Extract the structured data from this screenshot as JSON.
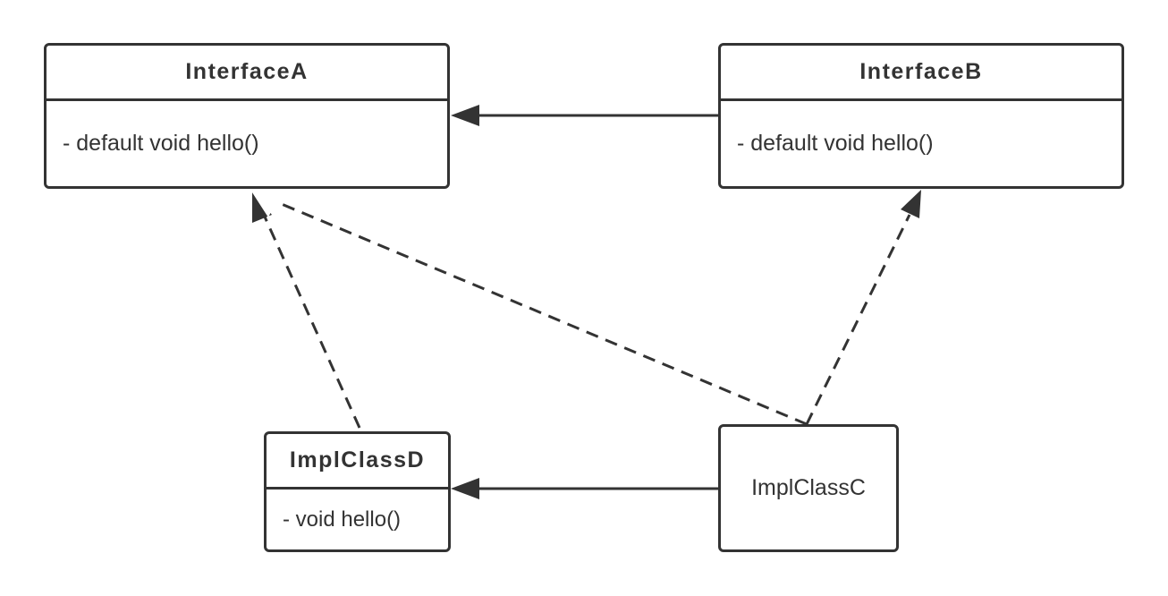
{
  "diagram": {
    "interface_a": {
      "name": "InterfaceA",
      "member": "- default void hello()"
    },
    "interface_b": {
      "name": "InterfaceB",
      "member": "- default void hello()"
    },
    "impl_class_d": {
      "name": "ImplClassD",
      "member": "- void hello()"
    },
    "impl_class_c": {
      "name": "ImplClassC"
    },
    "relationships": [
      {
        "from": "InterfaceB",
        "to": "InterfaceA",
        "style": "solid"
      },
      {
        "from": "ImplClassC",
        "to": "ImplClassD",
        "style": "solid"
      },
      {
        "from": "ImplClassD",
        "to": "InterfaceA",
        "style": "dashed"
      },
      {
        "from": "ImplClassC",
        "to": "InterfaceA",
        "style": "dashed"
      },
      {
        "from": "ImplClassC",
        "to": "InterfaceB",
        "style": "dashed"
      }
    ],
    "colors": {
      "stroke": "#333333",
      "background": "#ffffff"
    }
  }
}
